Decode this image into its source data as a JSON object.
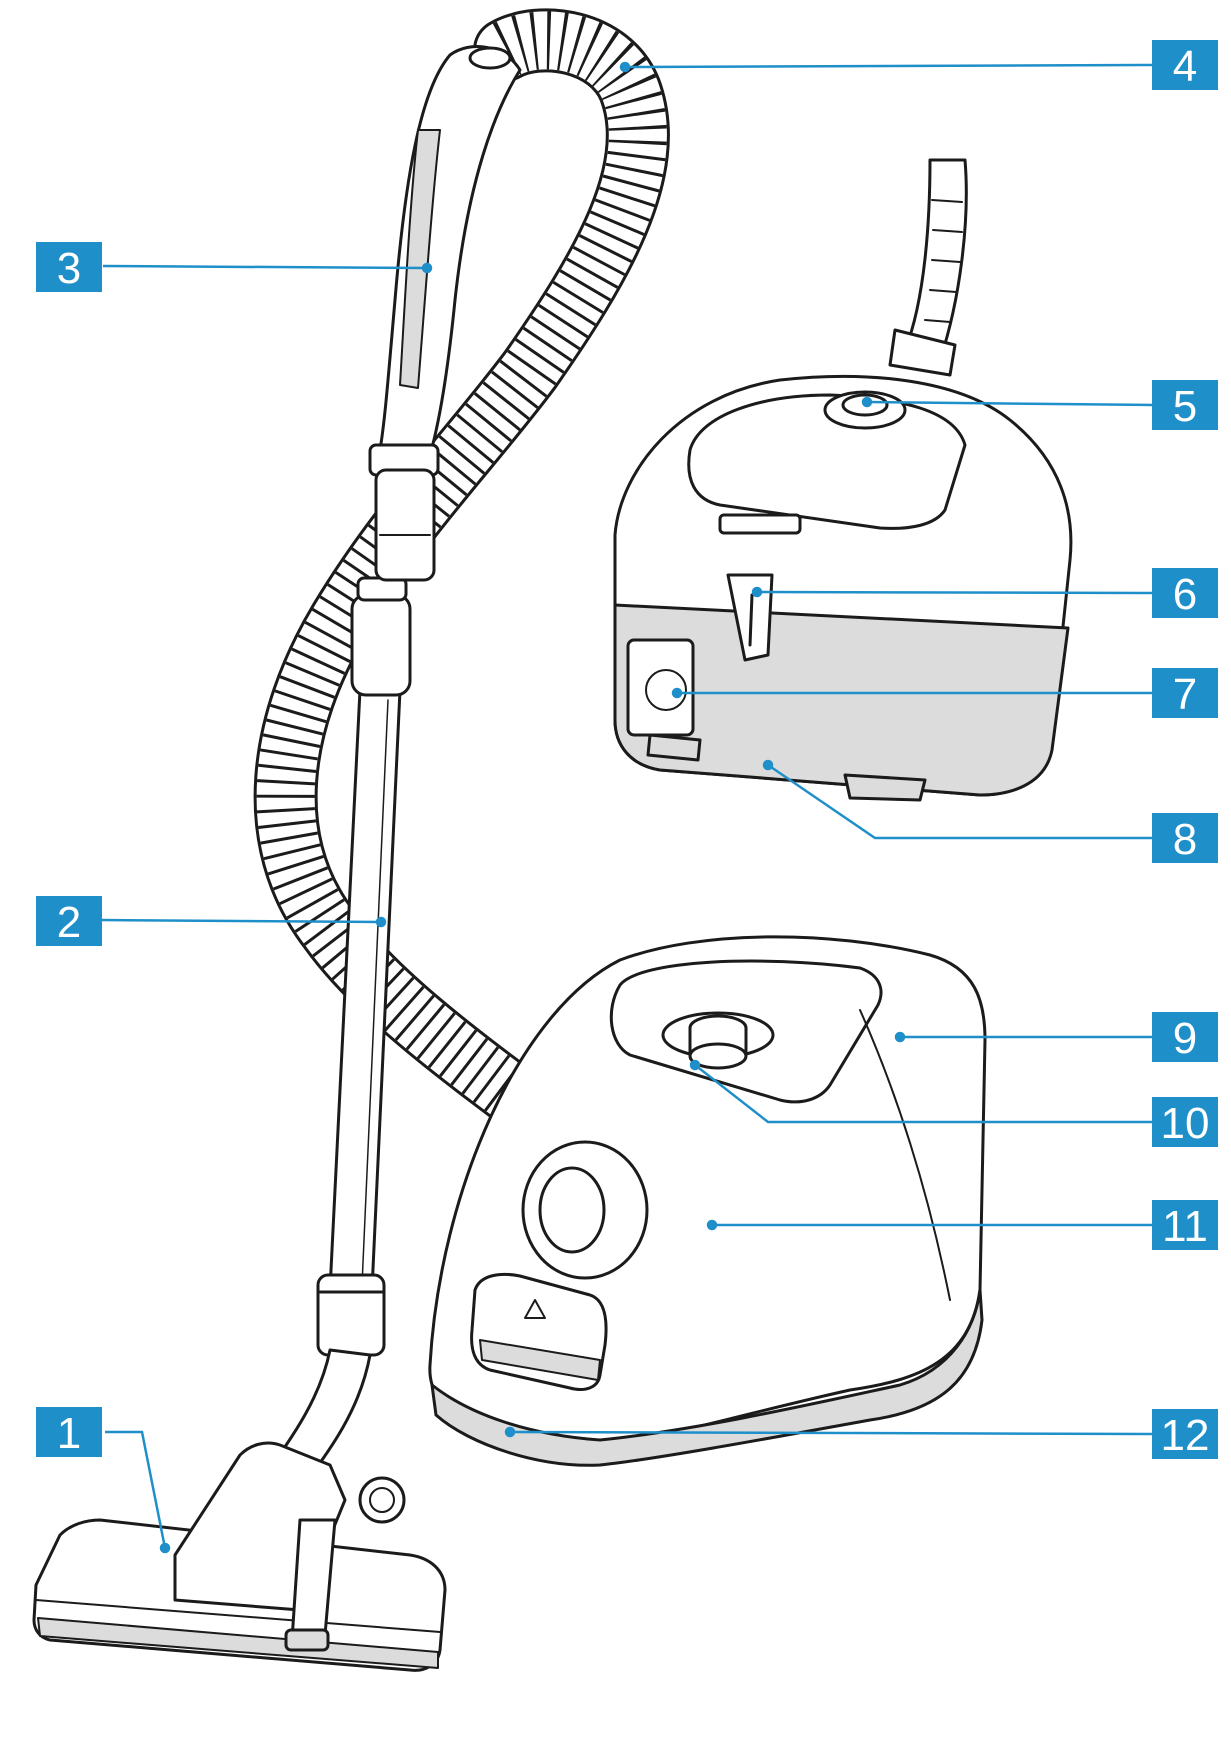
{
  "colors": {
    "callout_fill": "#1f8fca",
    "callout_text": "#ffffff",
    "leader_line": "#1f8fca",
    "outline": "#1b1b1b",
    "body_fill": "#ffffff",
    "shade_fill": "#dcdcdc"
  },
  "callouts": [
    {
      "id": "1",
      "label": "1"
    },
    {
      "id": "2",
      "label": "2"
    },
    {
      "id": "3",
      "label": "3"
    },
    {
      "id": "4",
      "label": "4"
    },
    {
      "id": "5",
      "label": "5"
    },
    {
      "id": "6",
      "label": "6"
    },
    {
      "id": "7",
      "label": "7"
    },
    {
      "id": "8",
      "label": "8"
    },
    {
      "id": "9",
      "label": "9"
    },
    {
      "id": "10",
      "label": "10"
    },
    {
      "id": "11",
      "label": "11"
    },
    {
      "id": "12",
      "label": "12"
    }
  ]
}
